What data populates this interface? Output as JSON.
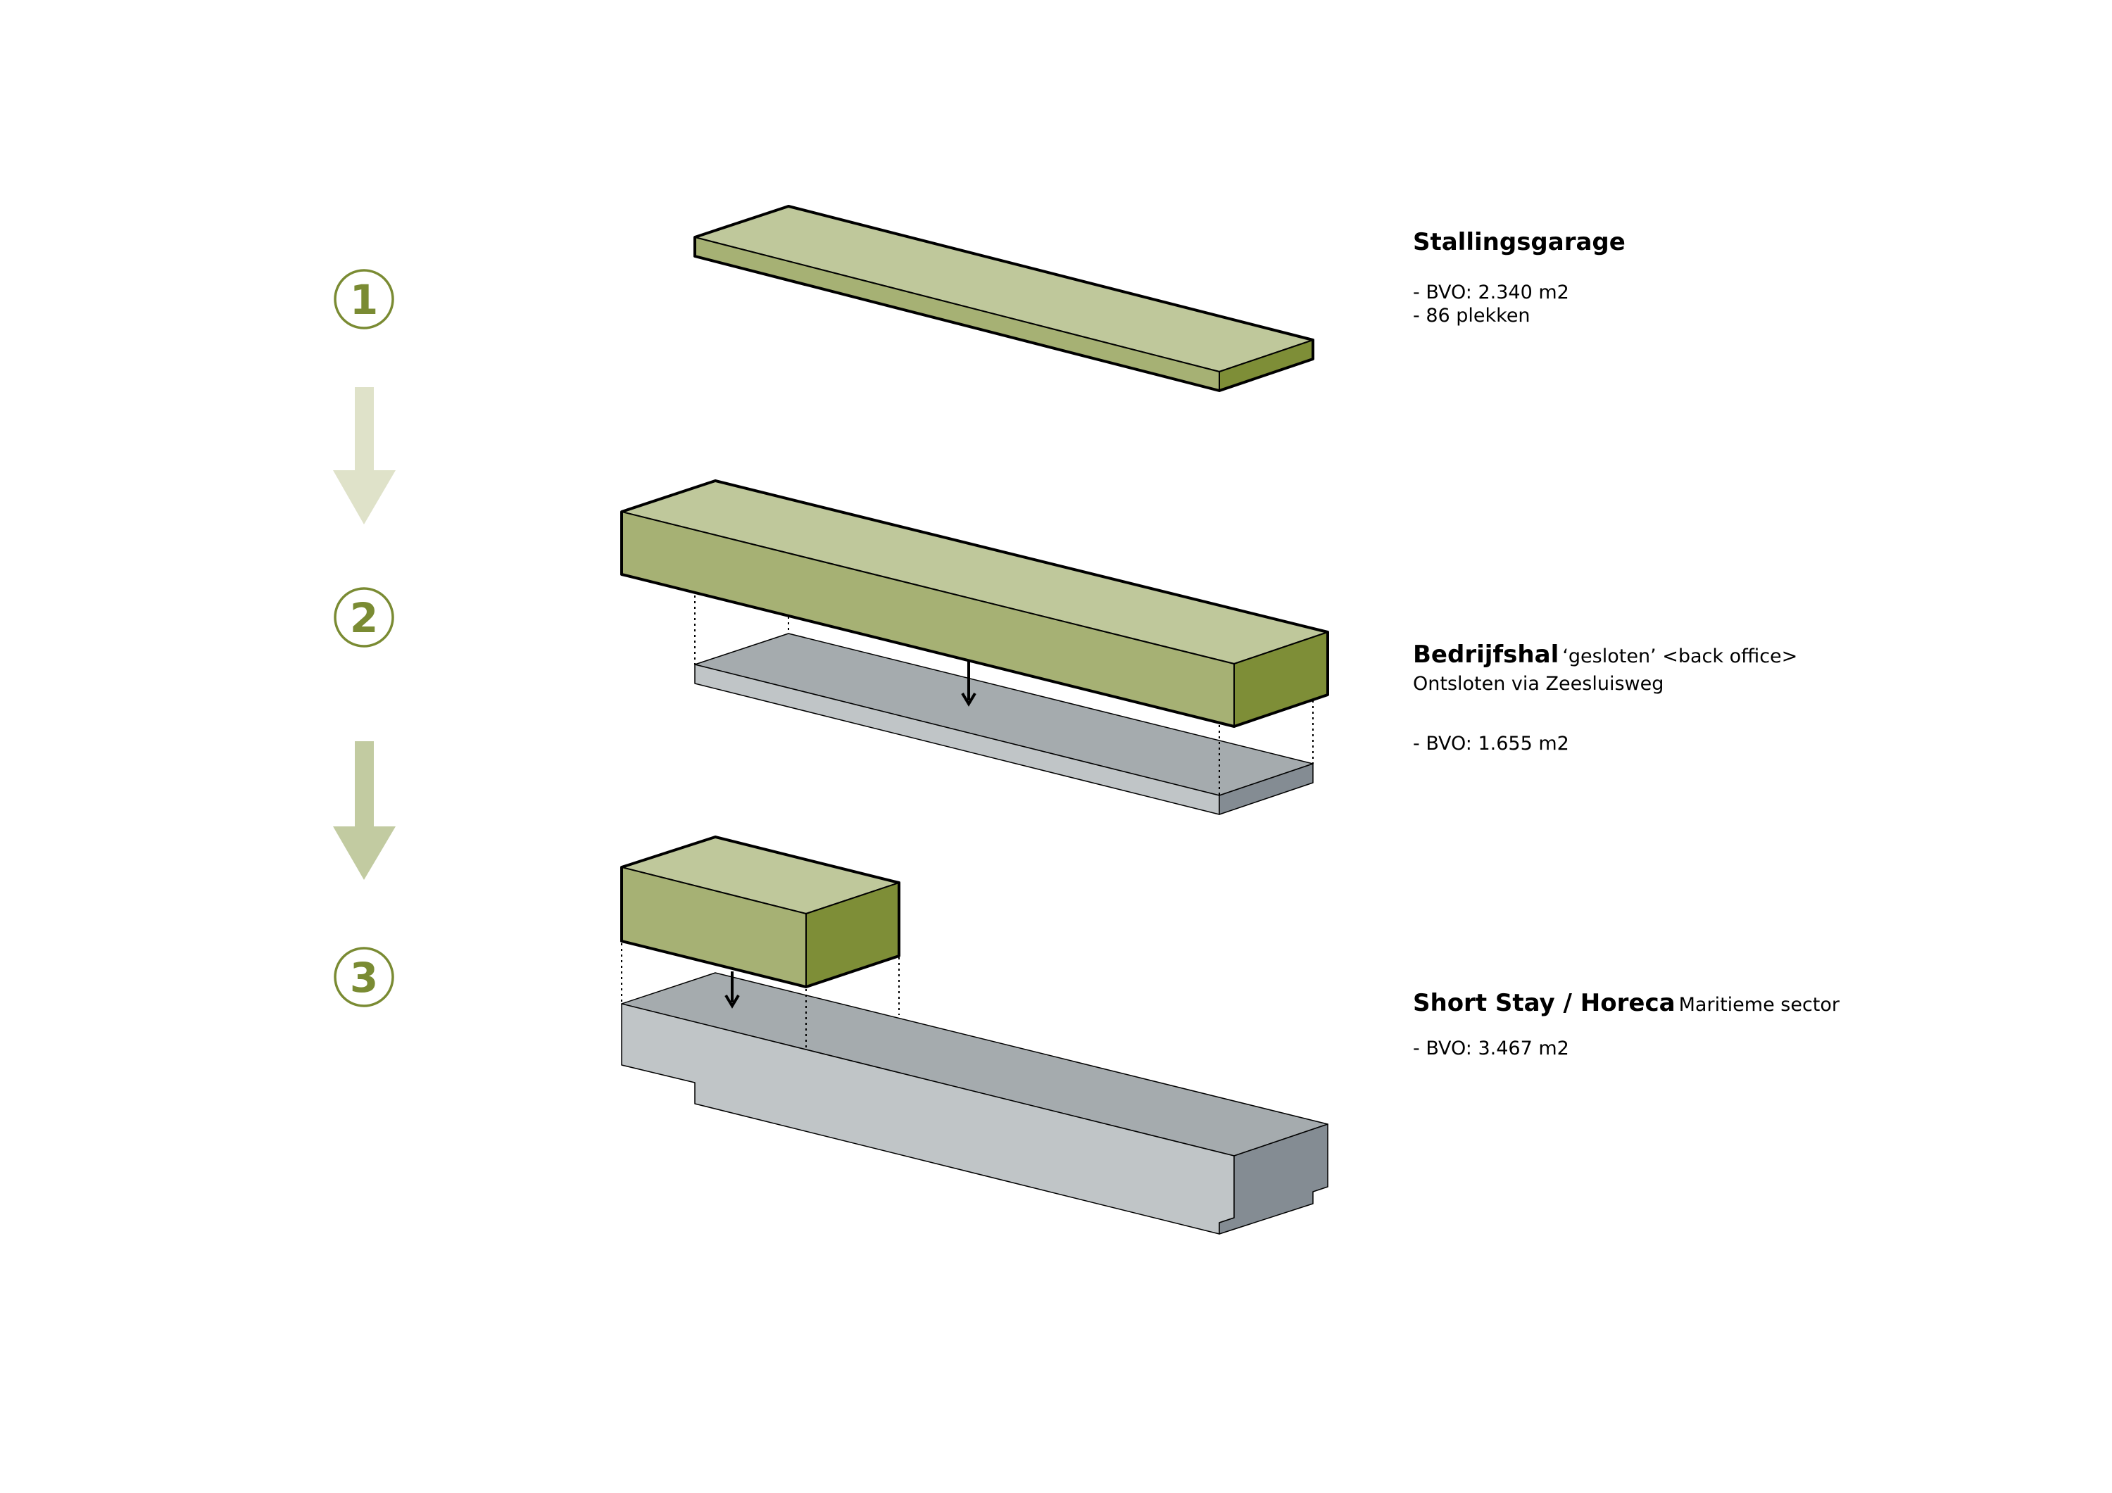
{
  "colors": {
    "green_top": "#bfc89b",
    "green_front": "#a6b174",
    "green_side": "#7e8e37",
    "green_accent": "#7a8b33",
    "arrow_light": "#dfe2c9",
    "arrow_mid": "#c2cba1",
    "grey_top": "#a5abae",
    "grey_front": "#c0c5c7",
    "grey_side": "#848c93",
    "outline": "#000000"
  },
  "steps": [
    {
      "number": "1",
      "icon": "circled-number-icon"
    },
    {
      "number": "2",
      "icon": "circled-number-icon"
    },
    {
      "number": "3",
      "icon": "circled-number-icon"
    }
  ],
  "arrows": [
    {
      "icon": "arrow-down-icon",
      "color": "#dfe2c9"
    },
    {
      "icon": "arrow-down-icon",
      "color": "#c2cba1"
    }
  ],
  "labels": {
    "stallingsgarage": {
      "title": "Stallingsgarage",
      "lines": [
        "- BVO: 2.340 m2",
        "- 86 plekken"
      ]
    },
    "bedrijfshal": {
      "title": "Bedrijfshal",
      "subtitle": "‘gesloten’ <back office>",
      "lines": [
        "Ontsloten via Zeesluisweg",
        "- BVO: 1.655 m2"
      ]
    },
    "shortstay": {
      "title": "Short Stay / Horeca",
      "subtitle": "Maritieme sector",
      "lines": [
        "- BVO: 3.467 m2"
      ]
    }
  }
}
